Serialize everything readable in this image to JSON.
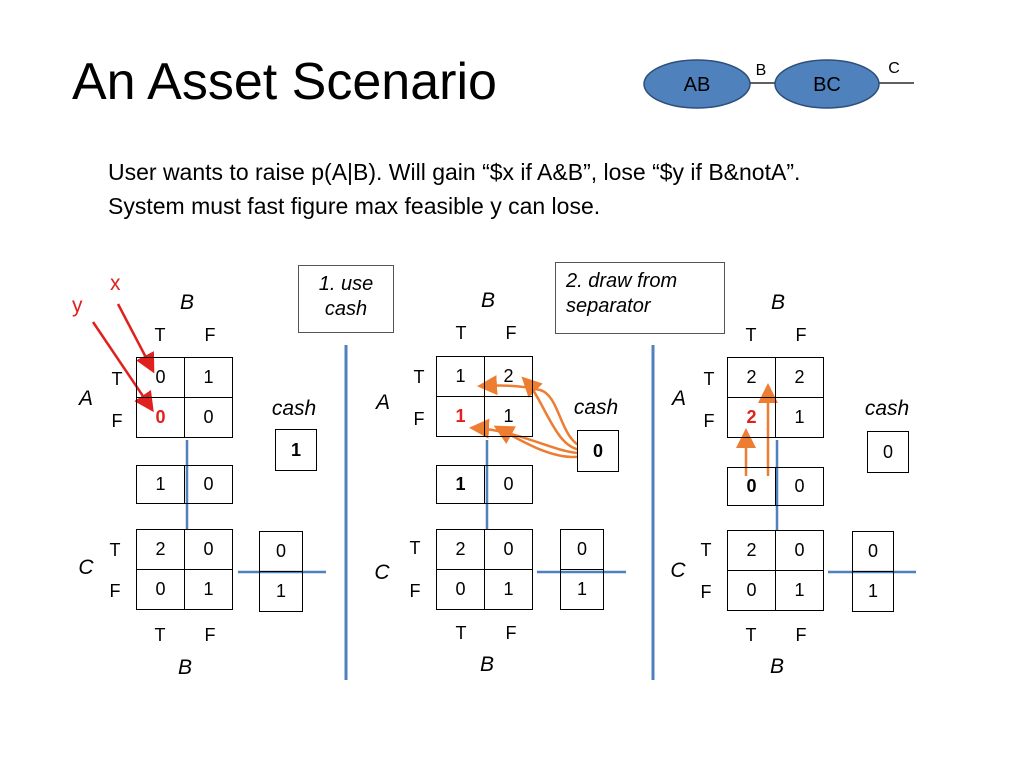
{
  "title": "An Asset Scenario",
  "description": {
    "line1": "User wants to raise p(A|B). Will gain “$x if A&B”, lose “$y if B&notA”.",
    "line2": "System must fast figure max feasible y can lose."
  },
  "network": {
    "nodes": [
      "AB",
      "BC"
    ],
    "separator_label": "B",
    "tail_label": "C",
    "fill_color": "#4f81bd"
  },
  "annotations": {
    "x": "x",
    "y": "y",
    "accent_color": "#e0201c",
    "flow_color": "#ed7d31"
  },
  "notes": {
    "step1": "1. use cash",
    "step1_l1": "1. use",
    "step1_l2": "cash",
    "step2_l1": "2. draw from",
    "step2_l2": "separator"
  },
  "labels": {
    "B": "B",
    "A": "A",
    "C": "C",
    "T": "T",
    "F": "F",
    "cash": "cash"
  },
  "panels": [
    {
      "ab": [
        [
          "0",
          "1"
        ],
        [
          "0",
          "0"
        ]
      ],
      "separator": [
        "1",
        "0"
      ],
      "bc": [
        [
          "2",
          "0"
        ],
        [
          "0",
          "1"
        ]
      ],
      "cash": "1",
      "cross": [
        "0",
        "1"
      ]
    },
    {
      "ab": [
        [
          "1",
          "2"
        ],
        [
          "1",
          "1"
        ]
      ],
      "separator": [
        "1",
        "0"
      ],
      "bc": [
        [
          "2",
          "0"
        ],
        [
          "0",
          "1"
        ]
      ],
      "cash": "0",
      "cross": [
        "0",
        "1"
      ]
    },
    {
      "ab": [
        [
          "2",
          "2"
        ],
        [
          "2",
          "1"
        ]
      ],
      "separator": [
        "0",
        "0"
      ],
      "bc": [
        [
          "2",
          "0"
        ],
        [
          "0",
          "1"
        ]
      ],
      "cash": "0",
      "cross": [
        "0",
        "1"
      ]
    }
  ]
}
